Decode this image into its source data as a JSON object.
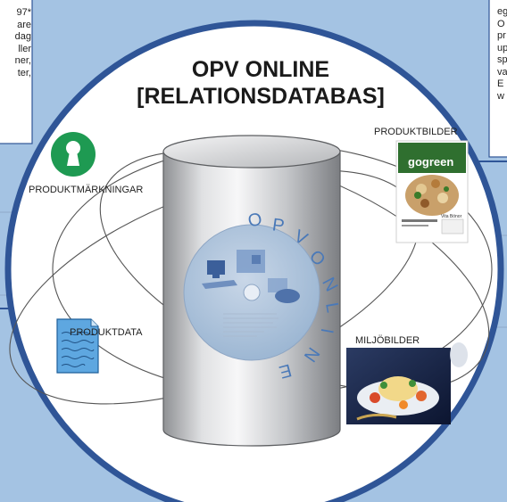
{
  "title": {
    "line1": "OPV ONLINE",
    "line2": "[RELATIONSDATABAS]"
  },
  "nodes": {
    "produktmarkningar": "PRODUKTMÄRKNINGAR",
    "produktbilder": "PRODUKTBILDER",
    "produktdata": "PRODUKTDATA",
    "miljobilder": "MILJÖBILDER"
  },
  "package": {
    "brand": "gogreen",
    "subtitle": "Vita Bönor"
  },
  "disc_text": [
    "O",
    "P",
    "V",
    "O",
    "N",
    "L",
    "I",
    "N",
    "E"
  ],
  "left_fragment": {
    "lines": [
      "97*",
      "are",
      "dag",
      "ller",
      "ner,",
      "ter,"
    ]
  },
  "right_fragment": {
    "lines": [
      "eg",
      "O",
      "pr",
      "up",
      "sp",
      "va",
      "E",
      "w"
    ]
  },
  "colors": {
    "background": "#a4c3e3",
    "panel": "#ffffff",
    "ring": "#2f5597",
    "text": "#222222",
    "keyhole_green": "#1e9a52"
  }
}
